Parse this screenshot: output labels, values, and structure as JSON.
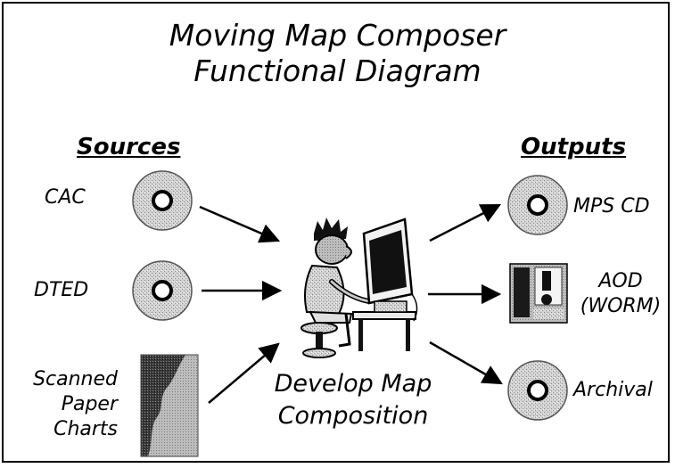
{
  "title": {
    "line1": "Moving Map Composer",
    "line2": "Functional Diagram"
  },
  "sources": {
    "heading": "Sources",
    "items": [
      {
        "label": "CAC",
        "icon": "cd-disc-icon"
      },
      {
        "label": "DTED",
        "icon": "cd-disc-icon"
      },
      {
        "label_lines": [
          "Scanned",
          "Paper",
          "Charts"
        ],
        "icon": "scanned-chart-icon"
      }
    ]
  },
  "center": {
    "line1": "Develop Map",
    "line2": "Composition",
    "icon": "person-at-computer-icon"
  },
  "outputs": {
    "heading": "Outputs",
    "items": [
      {
        "label": "MPS CD",
        "icon": "cd-disc-icon"
      },
      {
        "label_lines": [
          "AOD",
          "(WORM)"
        ],
        "icon": "optical-disk-cartridge-icon"
      },
      {
        "label": "Archival",
        "icon": "cd-disc-icon"
      }
    ]
  }
}
